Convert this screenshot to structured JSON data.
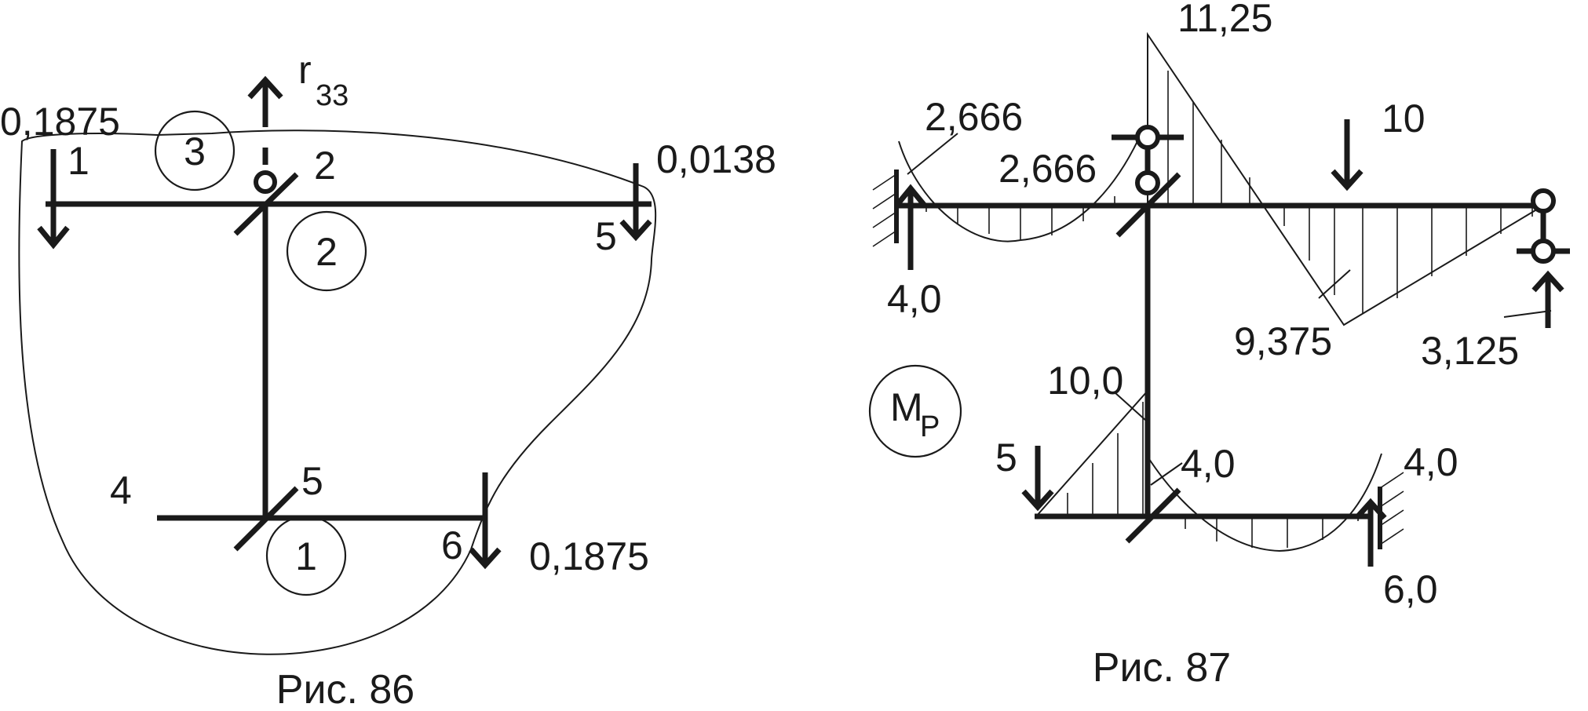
{
  "fig86": {
    "caption": "Рис. 86",
    "reaction_symbol": "r",
    "reaction_index": "33",
    "values": {
      "left_top": "0,1875",
      "right_top": "0,0138",
      "bottom_right": "0,1875"
    },
    "nodes": [
      "1",
      "2",
      "4",
      "5",
      "5",
      "6"
    ],
    "circled": [
      "3",
      "2",
      "1"
    ]
  },
  "fig87": {
    "caption": "Рис. 87",
    "diagram_symbol": "M",
    "diagram_index": "P",
    "values": {
      "top_peak": "11,25",
      "left_top": "2,666",
      "left_mid": "2,666",
      "load_top": "10",
      "left_reaction": "4,0",
      "span_min": "9,375",
      "right_reaction": "3,125",
      "col_top": "10,0",
      "col_bottom": "4,0",
      "right_end": "4,0",
      "bottom_reaction": "6,0",
      "bottom_load": "5"
    }
  }
}
